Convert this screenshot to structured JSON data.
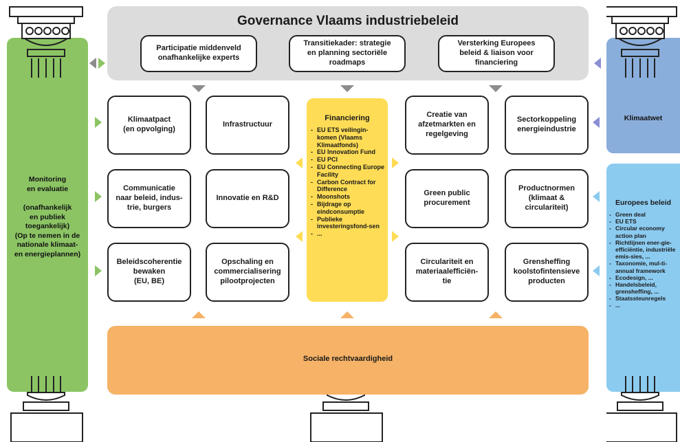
{
  "governance": {
    "title": "Governance Vlaams industriebeleid",
    "boxes": [
      "Participatie middenveld\nonafhankelijke experts",
      "Transitiekader: strategie\nen planning sectoriële\nroadmaps",
      "Versterking Europees\nbeleid & liaison voor\nfinanciering"
    ]
  },
  "left_pillar": {
    "text": "Monitoring\nen evaluatie\n\n(onafhankelijk\nen publiek\ntoegankelijk)\n(Op te nemen in de\nnationale klimaat-\nen energieplannen)"
  },
  "right_pillar": {
    "top_text": "Klimaatwet",
    "bottom_title": "Europees beleid",
    "bottom_items": [
      "Green deal",
      "EU ETS",
      "Circular economy action plan",
      "Richtlijnen ener-gie-efficiëntie, industriële emis-sies, ...",
      "Taxonomie, mul-ti-annual framework",
      "Ecodesign, ...",
      "Handelsbeleid, grensheffing, ...",
      "Staatssteunregels",
      "..."
    ]
  },
  "cards": {
    "klimaatpact": "Klimaatpact\n(en opvolging)",
    "infrastructuur": "Infrastructuur",
    "creatie": "Creatie van\nafzetmarkten en\nregelgeving",
    "sectorkoppeling": "Sectorkoppeling\nenergieindustrie",
    "communicatie": "Communicatie\nnaar beleid, indus-\ntrie, burgers",
    "innovatie": "Innovatie en R&D",
    "green_procurement": "Green public\nprocurement",
    "productnormen": "Productnormen\n(klimaat &\ncirculariteit)",
    "beleidscoherentie": "Beleidscoherentie\nbewaken\n(EU, BE)",
    "opschaling": "Opschaling en\ncommercialisering\npilootprojecten",
    "circulariteit": "Circulariteit en\nmateriaalefficiën-\ntie",
    "grensheffing": "Grensheffing\nkoolstofintensieve\nproducten"
  },
  "financiering": {
    "title": "Financiering",
    "items": [
      "EU ETS veilingin-komen (Vlaams Klimaatfonds)",
      "EU Innovation Fund",
      "EU PCI",
      "EU Connecting Europe Facility",
      "Carbon Contract for Difference",
      "Moonshots",
      "Bijdrage op eindconsumptie",
      "Publieke investeringsfond-sen",
      "..."
    ]
  },
  "social": {
    "text": "Sociale rechtvaardigheid"
  },
  "colors": {
    "governance_bg": "#dcdcdc",
    "green": "#8cc464",
    "blue_dark": "#8aaedb",
    "blue_light": "#8ccbf0",
    "yellow": "#fedc55",
    "orange": "#f6b266"
  },
  "icons": {
    "pillar_capital": "ionic-column-capital-icon",
    "pillar_base": "ionic-column-base-icon"
  }
}
